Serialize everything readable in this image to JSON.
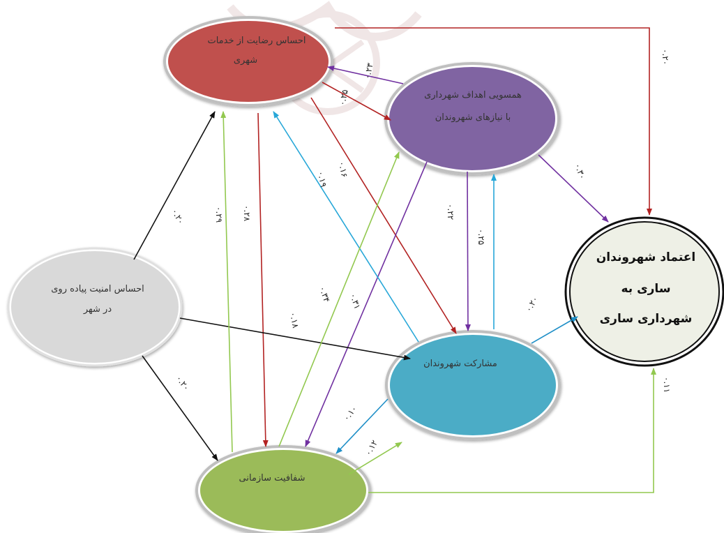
{
  "nodes": {
    "satisfaction": {
      "lines": [
        "احساس رضایت از خدمات",
        "شهری"
      ],
      "fill": "#c0504d"
    },
    "alignment": {
      "lines": [
        "همسویی اهداف شهرداری",
        "با نیازهای شهروندان"
      ],
      "fill": "#8064a2"
    },
    "security": {
      "lines": [
        "احساس امنیت پیاده روی",
        "در شهر"
      ],
      "fill": "#d9d9d9"
    },
    "participation": {
      "lines": [
        "مشارکت شهروندان"
      ],
      "fill": "#4bacc6"
    },
    "transparency": {
      "lines": [
        "شفافیت سازمانی"
      ],
      "fill": "#9bbb59"
    },
    "trust": {
      "lines": [
        "اعتماد شهروندان",
        "ساری به",
        "شهرداری ساری"
      ],
      "fill": "#eef0e6"
    }
  },
  "edge_labels": {
    "satisfaction_trust": "۰.۲۰",
    "alignment_satisfaction": "۰.۲۳",
    "satisfaction_alignment": "۰.۲۵",
    "alignment_trust": "۰.۳۰",
    "satisfaction_participation": "۰.۱۶",
    "participation_satisfaction": "۰.۱۹",
    "alignment_participation": "۰.۲۲",
    "participation_alignment": "۰.۲۵",
    "security_satisfaction": "۰.۲۰",
    "transparency_satisfaction": "۰.۲۹",
    "satisfaction_transparency": "۰.۲۸",
    "transparency_alignment": "۰.۳۴",
    "alignment_transparency": "۰.۳۱",
    "security_participation": "۰.۱۸",
    "participation_trust": "۰.۲۰",
    "security_transparency": "۰.۲۰",
    "participation_transparency": "۰.۱۰",
    "transparency_participation": "۰.۱۲",
    "transparency_trust": "۰.۱۱"
  },
  "colors": {
    "red_arrow": "#b22222",
    "purple_arrow": "#7030a0",
    "black_arrow": "#111111",
    "blue_arrow": "#1f8fc7",
    "cyan_arrow": "#27a7d8",
    "green_arrow": "#92c84f"
  }
}
